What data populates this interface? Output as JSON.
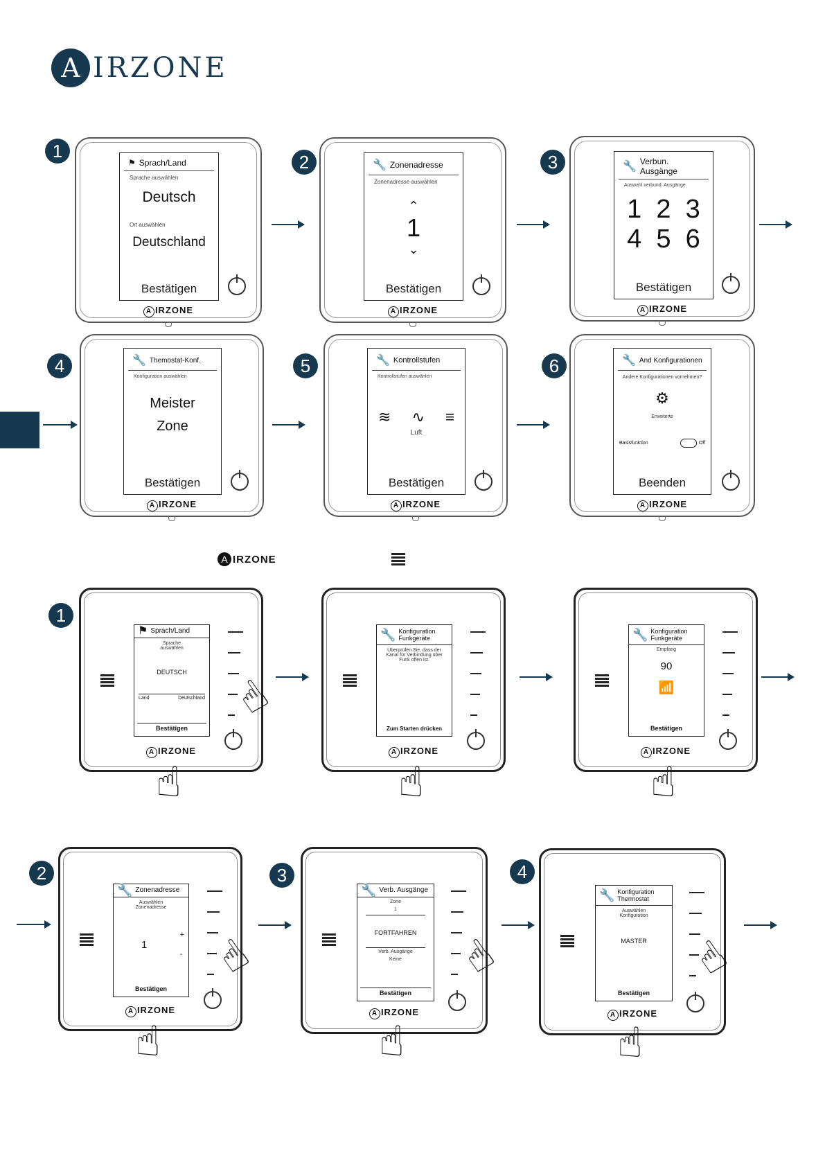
{
  "brand": {
    "logo_letter": "A",
    "logo_text": "IRZONE"
  },
  "lite": {
    "device_logo": "IRZONE",
    "step1": {
      "badge": "1",
      "title": "Sprach/Land",
      "sub1": "Sprache auswählen",
      "lang": "Deutsch",
      "sub2": "Ort auswählen",
      "country": "Deutschland",
      "confirm": "Bestätigen"
    },
    "step2": {
      "badge": "2",
      "title": "Zonenadresse",
      "sub": "Zonenadresse auswählen",
      "value": "1",
      "confirm": "Bestätigen"
    },
    "step3": {
      "badge": "3",
      "title": "Verbun. Ausgänge",
      "sub": "Auswahl verbund. Ausgänge",
      "row1": "1  2  3",
      "row2": "4  5  6",
      "confirm": "Bestätigen"
    },
    "step4": {
      "badge": "4",
      "title": "Themostat-Konf.",
      "sub": "Konfiguration auswählen",
      "opt1": "Meister",
      "opt2": "Zone",
      "confirm": "Bestätigen"
    },
    "step5": {
      "badge": "5",
      "title": "Kontrollstufen",
      "sub": "Kontrollstufen auswählen",
      "label": "Luft",
      "confirm": "Bestätigen"
    },
    "step6": {
      "badge": "6",
      "title": "And Konfigurationen",
      "sub": "Andere Konfigurationen vornehmen?",
      "gear_label": "Erweiterte",
      "toggle_label": "Basisfunktion",
      "toggle_state": "Off",
      "confirm": "Beenden"
    }
  },
  "blue": {
    "header_logo": "IRZONE",
    "device_logo": "IRZONE",
    "b1": {
      "badge": "1",
      "title": "Sprach/Land",
      "sub": "Sprache auswählen",
      "lang": "DEUTSCH",
      "land_label": "Land",
      "land_value": "Deutschland",
      "confirm": "Bestätigen"
    },
    "b2": {
      "title": "Konfiguration Funkgeräte",
      "body": "Überprüfen Sie, dass der Kanal für Verbindung über Funk offen ist.",
      "action": "Zum Starten drücken"
    },
    "b3": {
      "title": "Konfiguration Funkgeräte",
      "sub": "Empfang",
      "value": "90",
      "confirm": "Bestätigen"
    },
    "c1": {
      "badge": "2",
      "title": "Zonenadresse",
      "sub": "Auswählen Zonenadresse",
      "value": "1",
      "plus": "+",
      "minus": "-",
      "confirm": "Bestätigen"
    },
    "c2": {
      "badge": "3",
      "title": "Verb. Ausgänge",
      "zone_label": "Zone",
      "zone_value": "1",
      "action": "FORTFAHREN",
      "out_label": "Verb. Ausgänge",
      "out_value": "Keine",
      "confirm": "Bestätigen"
    },
    "c3": {
      "badge": "4",
      "title": "Konfiguration Thermostat",
      "sub": "Auswählen Konfiguration",
      "value": "MASTER",
      "confirm": "Bestätigen"
    }
  },
  "colors": {
    "accent": "#17394f"
  }
}
